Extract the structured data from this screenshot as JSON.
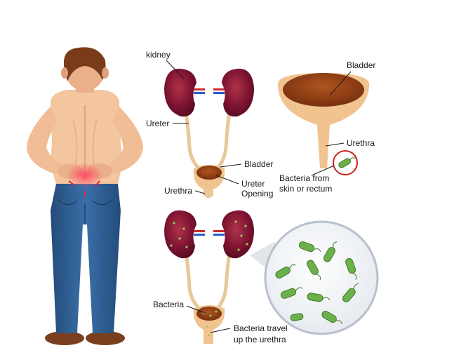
{
  "labels": {
    "kidney": "kidney",
    "ureter": "Ureter",
    "bladder_top": "Bladder",
    "ureter_opening_1": "Ureter",
    "ureter_opening_2": "Opening",
    "urethra_left": "Urethra",
    "bladder_right": "Bladder",
    "urethra_right": "Urethra",
    "bacteria_from_1": "Bacteria from",
    "bacteria_from_2": "skin or rectum",
    "bacteria_bottom": "Bacteria",
    "travel_1": "Bacteria travel",
    "travel_2": "up the urethra"
  },
  "colors": {
    "kidney": "#7a1230",
    "kidney_highlight": "#b0324a",
    "ureter": "#e8c79a",
    "bladder_outer": "#f0c38f",
    "bladder_inner": "#8a3a12",
    "skin": "#f3c6a0",
    "hair": "#7a3b1a",
    "jeans": "#2f5e93",
    "bacteria": "#6bb04a",
    "callout_ring": "#cc2222"
  },
  "icons": {
    "person": "person-back-pain-illustration",
    "kidney": "kidney-icon",
    "bladder": "bladder-icon",
    "bacterium": "bacterium-icon",
    "magnifier": "magnifier-circle"
  }
}
